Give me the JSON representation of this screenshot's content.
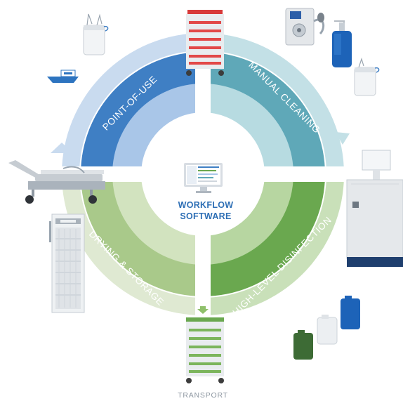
{
  "center": {
    "line1": "WORKFLOW",
    "line2": "SOFTWARE"
  },
  "segments": {
    "point_of_use": "POINT-OF-USE",
    "manual_cleaning": "MANUAL CLEANING",
    "high_level_disinfection": "HIGH-LEVEL DISINFECTION",
    "drying_storage": "DRYING & STORAGE"
  },
  "transport": "TRANSPORT",
  "colors": {
    "point_of_use": "#3f7fc4",
    "manual_cleaning": "#5fa8b8",
    "high_level_disinfection": "#6aa84f",
    "drying_storage": "#a9c98a",
    "center_text": "#2e6fb5",
    "gray_label": "#8c96a0"
  },
  "icons": [
    "wipes-canister-icon",
    "boat-basin-icon",
    "storage-cart-red-icon",
    "pump-device-icon",
    "soap-bottle-icon",
    "wipes-canister-icon",
    "stretcher-icon",
    "monitor-computer-icon",
    "washer-disinfector-icon",
    "drying-cabinet-icon",
    "storage-cart-green-icon",
    "chemical-jugs-icon"
  ]
}
